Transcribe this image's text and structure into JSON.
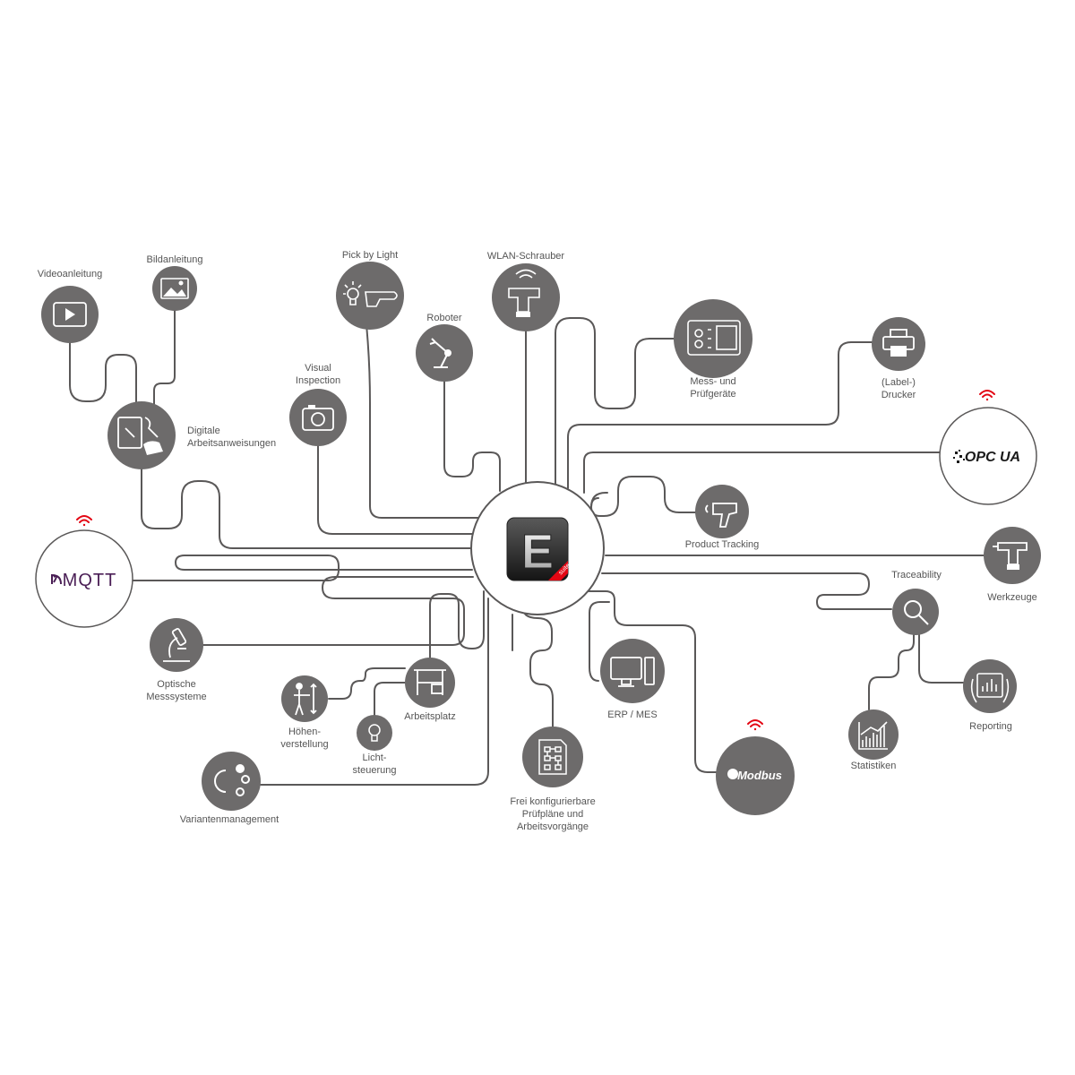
{
  "colors": {
    "node_fill": "#6d6b6b",
    "line": "#5a5858",
    "logo_bg": "#ffffff",
    "wifi": "#e30613",
    "mqtt": "#4a1e55",
    "label": "#555555"
  },
  "hub": {
    "logo_letter": "E",
    "logo_tag": "suite"
  },
  "logos": {
    "mqtt": "MQTT",
    "opcua": "OPC UA",
    "modbus": "Modbus"
  },
  "labels": {
    "videoanleitung": [
      "Videoanleitung"
    ],
    "bildanleitung": [
      "Bildanleitung"
    ],
    "digitale": [
      "Digitale",
      "Arbeitsanweisungen"
    ],
    "visual": [
      "Visual",
      "Inspection"
    ],
    "pick": [
      "Pick by Light"
    ],
    "roboter": [
      "Roboter"
    ],
    "wlan": [
      "WLAN-Schrauber"
    ],
    "mess": [
      "Mess- und",
      "Prüfgeräte"
    ],
    "drucker": [
      "(Label-)",
      "Drucker"
    ],
    "product": [
      "Product Tracking"
    ],
    "werkzeuge": [
      "Werkzeuge"
    ],
    "traceability": [
      "Traceability"
    ],
    "reporting": [
      "Reporting"
    ],
    "statistiken": [
      "Statistiken"
    ],
    "erp": [
      "ERP / MES"
    ],
    "frei": [
      "Frei konfigurierbare",
      "Prüfpläne und",
      "Arbeitsvorgänge"
    ],
    "arbeitsplatz": [
      "Arbeitsplatz"
    ],
    "hoehen": [
      "Höhen-",
      "verstellung"
    ],
    "licht": [
      "Licht-",
      "steuerung"
    ],
    "optische": [
      "Optische",
      "Messsysteme"
    ],
    "varianten": [
      "Variantenmanagement"
    ]
  },
  "icons": {
    "videoanleitung": "video-tablet-icon",
    "bildanleitung": "image-icon",
    "digitale": "tablet-tools-icon",
    "visual": "camera-icon",
    "pick": "lightbulb-hand-icon",
    "roboter": "robot-arm-icon",
    "wlan": "wifi-drill-icon",
    "mess": "measuring-device-icon",
    "drucker": "printer-icon",
    "product": "scanner-icon",
    "werkzeuge": "drill-icon",
    "traceability": "magnifier-icon",
    "reporting": "report-tablet-icon",
    "statistiken": "chart-icon",
    "erp": "computer-icon",
    "frei": "flowchart-doc-icon",
    "arbeitsplatz": "workbench-icon",
    "hoehen": "height-adjust-icon",
    "licht": "lightbulb-icon",
    "optische": "microscope-icon",
    "varianten": "variants-icon"
  }
}
